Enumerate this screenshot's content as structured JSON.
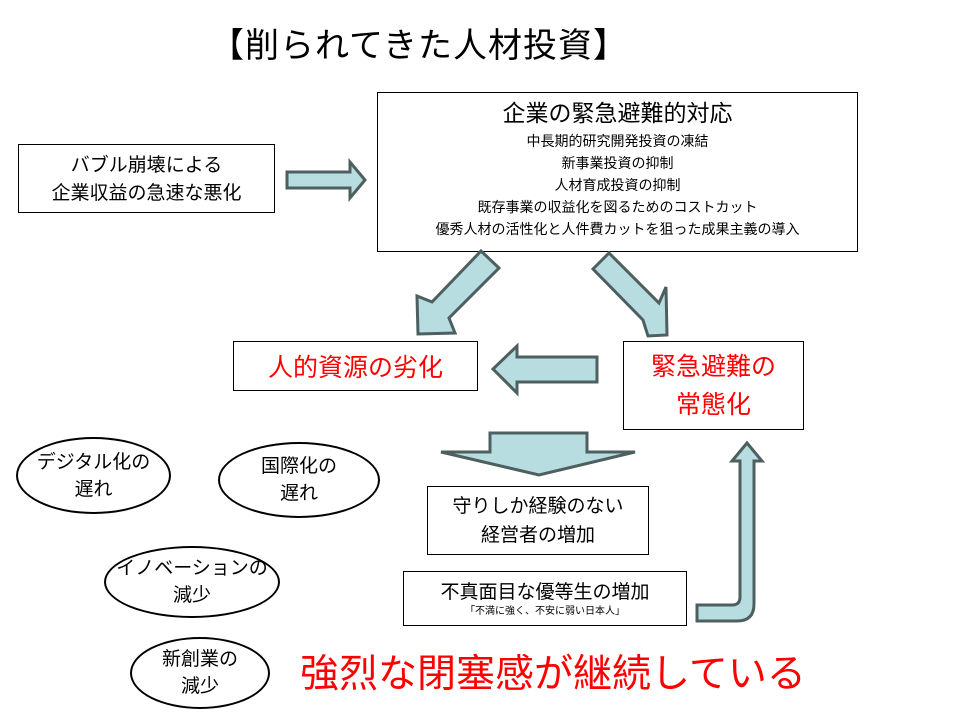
{
  "title": "【削られてきた人材投資】",
  "cause_box": {
    "lines": [
      "バブル崩壊による",
      "企業収益の急速な悪化"
    ]
  },
  "response_box": {
    "heading": "企業の緊急避難的対応",
    "items": [
      "中長期的研究開発投資の凍結",
      "新事業投資の抑制",
      "人材育成投資の抑制",
      "既存事業の収益化を図るためのコストカット",
      "優秀人材の活性化と人件費カットを狙った成果主義の導入"
    ]
  },
  "degradation_box": {
    "label": "人的資源の劣化"
  },
  "normalization_box": {
    "lines": [
      "緊急避難の",
      "常態化"
    ]
  },
  "defensive_managers_box": {
    "lines": [
      "守りしか経験のない",
      "経営者の増加"
    ]
  },
  "honor_students_box": {
    "label": "不真面目な優等生の増加",
    "note": "「不満に強く、不安に弱い日本人」"
  },
  "consequences": [
    {
      "lines": [
        "デジタル化の",
        "遅れ"
      ]
    },
    {
      "lines": [
        "国際化の",
        "遅れ"
      ]
    },
    {
      "lines": [
        "イノベーションの",
        "減少"
      ]
    },
    {
      "lines": [
        "新創業の",
        "減少"
      ]
    }
  ],
  "conclusion": "強烈な閉塞感が継続している",
  "colors": {
    "accent_red": "#ff0000",
    "arrow_fill": "#b7dde0",
    "arrow_stroke": "#4e5f5f"
  }
}
